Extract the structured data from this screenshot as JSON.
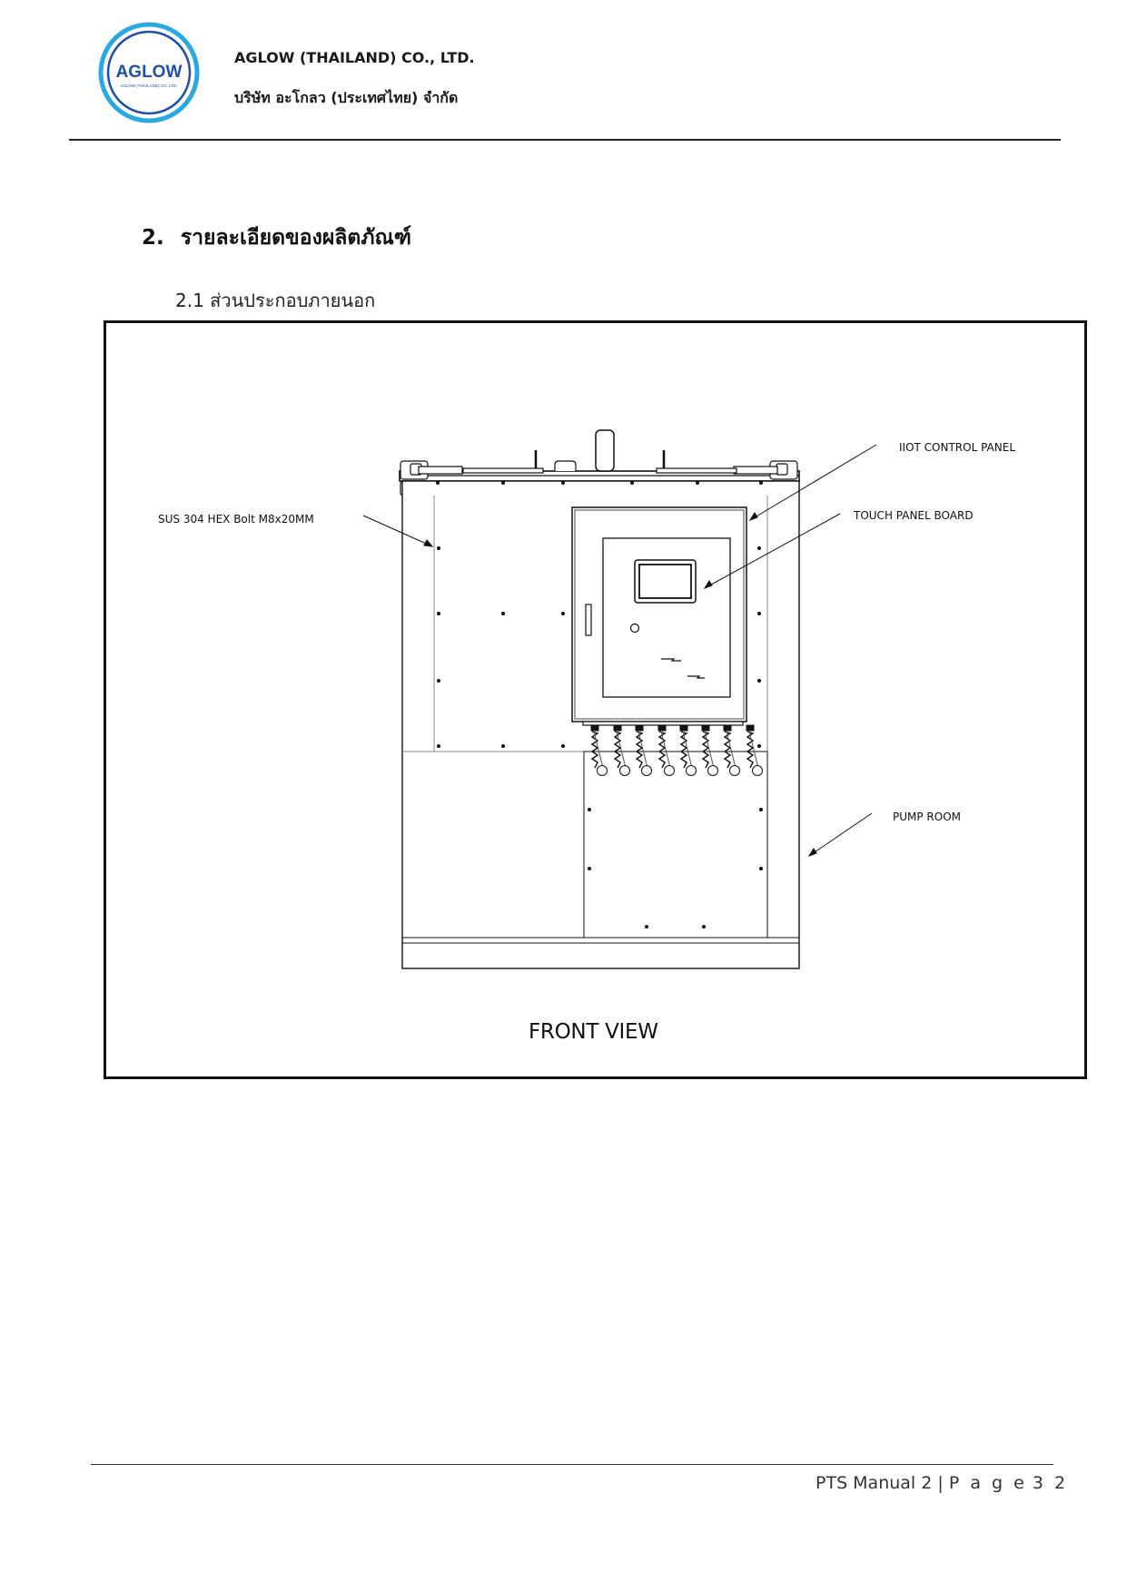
{
  "header": {
    "logo_text": "AGLOW",
    "logo_subtext": "AGLOW (THAILAND) CO.,LTD.",
    "company_name_en": "AGLOW (THAILAND) CO., LTD.",
    "company_name_th": "บริษัท อะโกลว (ประเทศไทย) จำกัด"
  },
  "section": {
    "number": "2.",
    "title": "รายละเอียดของผลิตภัณฑ์",
    "subsection": "2.1 ส่วนประกอบภายนอก"
  },
  "figure": {
    "callouts": {
      "bolt": "SUS 304 HEX Bolt M8x20MM",
      "iiot": "IIOT CONTROL PANEL",
      "touch": "TOUCH PANEL BOARD",
      "pump": "PUMP ROOM"
    },
    "view_title": "FRONT VIEW"
  },
  "footer": {
    "doc": "PTS Manual 2 |",
    "page_word": "P a g e",
    "page_number": "3 2"
  },
  "colors": {
    "logo_ring": "#29a9e0",
    "logo_text": "#1f4fa8",
    "line": "#111111"
  }
}
